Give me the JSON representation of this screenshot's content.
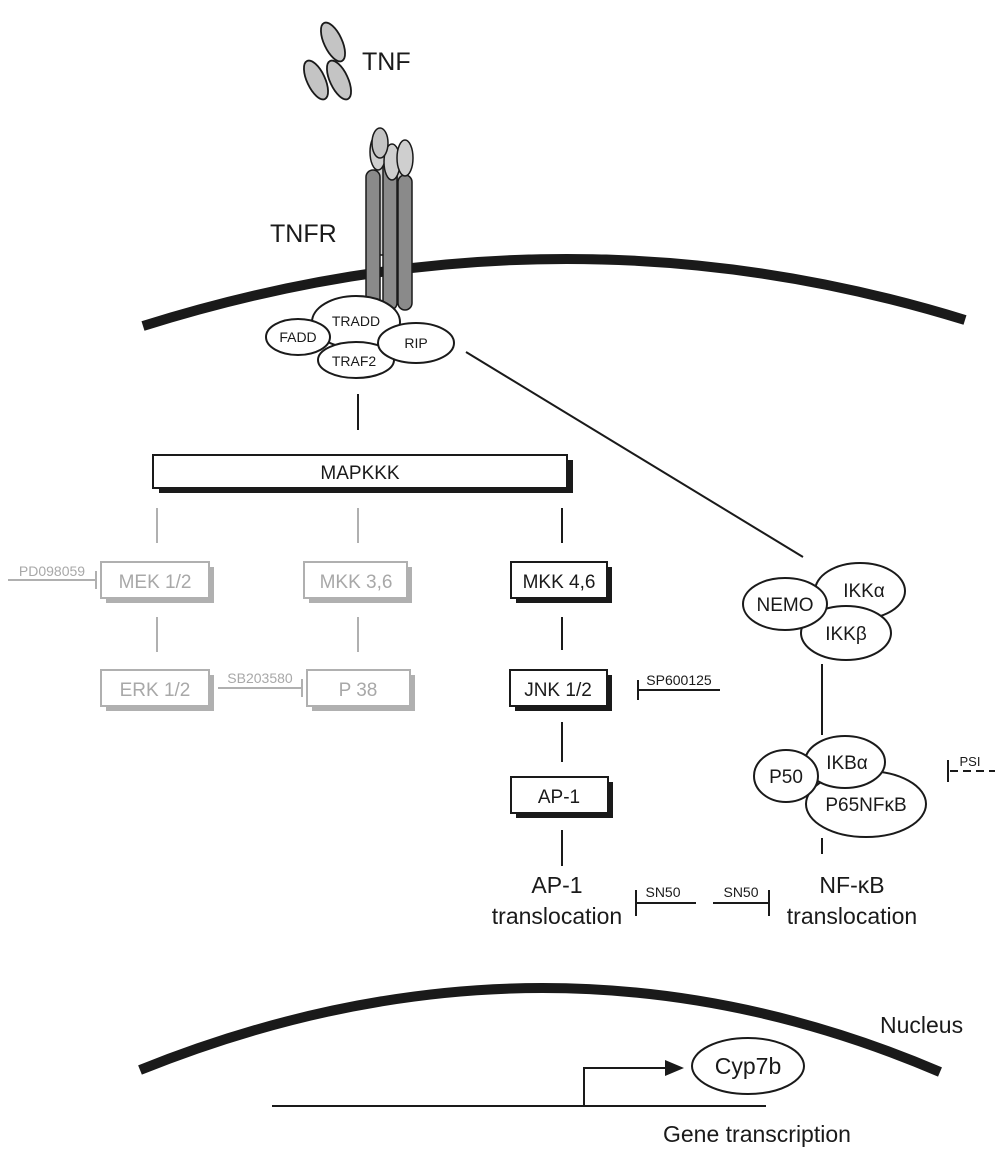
{
  "ligand": {
    "label": "TNF"
  },
  "receptor": {
    "label": "TNFR"
  },
  "adaptors": {
    "tradd": "TRADD",
    "fadd": "FADD",
    "rip": "RIP",
    "traf2": "TRAF2"
  },
  "mapkkk": {
    "label": "MAPKKK"
  },
  "erk_branch": {
    "mek": "MEK 1/2",
    "erk": "ERK 1/2",
    "inhibitor": "PD098059"
  },
  "p38_branch": {
    "mkk": "MKK 3,6",
    "p38": "P 38",
    "inhibitor": "SB203580"
  },
  "jnk_branch": {
    "mkk": "MKK 4,6",
    "jnk": "JNK 1/2",
    "jnk_inhibitor": "SP600125",
    "ap1": "AP-1",
    "translocation_line1": "AP-1",
    "translocation_line2": "translocation",
    "translocation_inhibitor": "SN50"
  },
  "nfkb_branch": {
    "nemo": "NEMO",
    "ikk_alpha": "IKKα",
    "ikk_beta": "IKKβ",
    "p50": "P50",
    "ikb_alpha": "IKBα",
    "p65": "P65NFκB",
    "psi_inhibitor": "PSI",
    "translocation_line1": "NF-κB",
    "translocation_line2": "translocation",
    "translocation_inhibitor": "SN50"
  },
  "nucleus": {
    "label": "Nucleus",
    "gene": "Cyp7b",
    "transcription": "Gene transcription"
  },
  "colors": {
    "ink": "#1a1a1a",
    "inactive": "#b0b0b0",
    "receptor_dark": "#8a8a8a",
    "receptor_light": "#cfcfcf"
  }
}
